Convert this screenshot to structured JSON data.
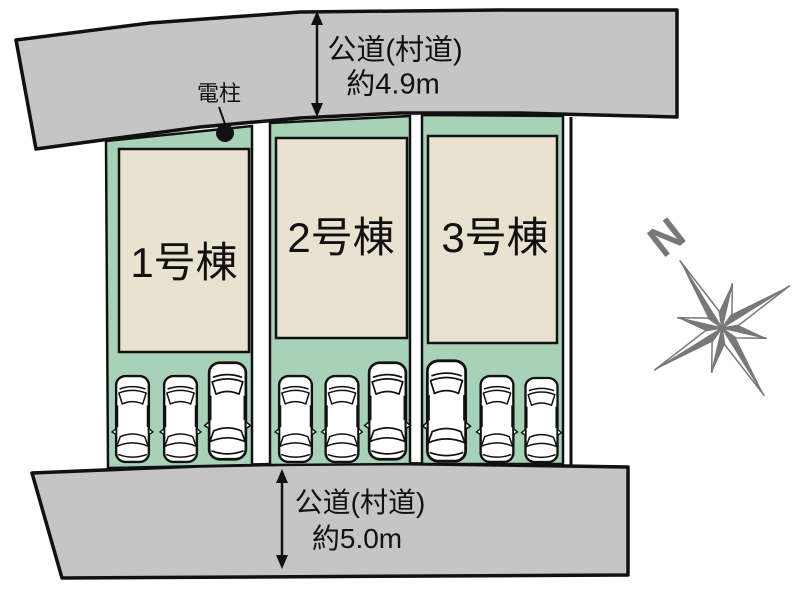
{
  "plan": {
    "title": "site-plan",
    "top_road": {
      "name": "公道(村道)",
      "width": "約4.9m"
    },
    "bottom_road": {
      "name": "公道(村道)",
      "width": "約5.0m"
    },
    "buildings": [
      {
        "label": "1号棟"
      },
      {
        "label": "2号棟"
      },
      {
        "label": "3号棟"
      }
    ],
    "utility_pole_label": "電柱",
    "compass_north_label": "N",
    "cars_per_parcel": 3,
    "colors": {
      "road": "#c5c5c5",
      "parcel": "#a8d2b8",
      "building": "#e9e2d0",
      "outline": "#111111",
      "compass": "#787878"
    }
  }
}
